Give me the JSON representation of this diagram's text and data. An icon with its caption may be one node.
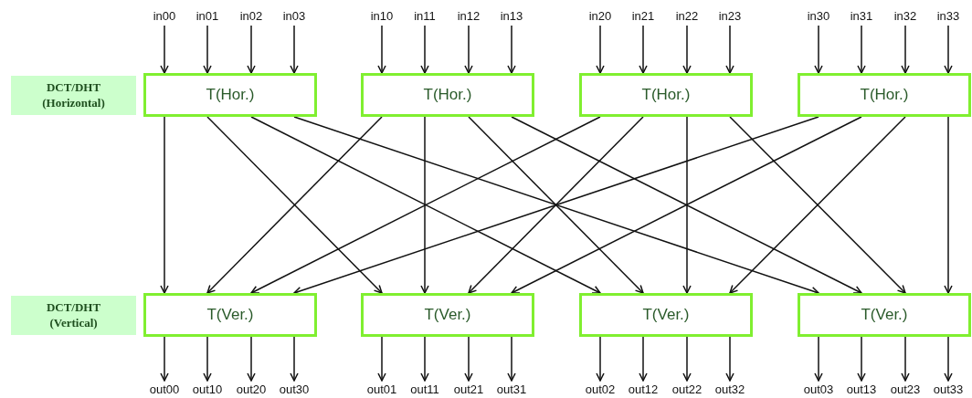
{
  "diagram": {
    "nodes": [
      {
        "text": [
          "DCT/DHT (Horizontal)"
        ]
      },
      {
        "text": [
          "DCT/DHT (Vertical)"
        ]
      },
      {
        "text": [
          "T(Hor.)"
        ]
      },
      {
        "text": [
          "T(Hor.)"
        ]
      },
      {
        "text": [
          "T(Hor.)"
        ]
      },
      {
        "text": [
          "T(Hor.)"
        ]
      },
      {
        "text": [
          "T(Ver.)"
        ]
      },
      {
        "text": [
          "T(Ver.)"
        ]
      },
      {
        "text": [
          "T(Ver.)"
        ]
      },
      {
        "text": [
          "T(Ver.)"
        ]
      },
      {
        "text": [
          "in00"
        ]
      },
      {
        "text": [
          "in01"
        ]
      },
      {
        "text": [
          "in02"
        ]
      },
      {
        "text": [
          "in03"
        ]
      },
      {
        "text": [
          "in10"
        ]
      },
      {
        "text": [
          "in11"
        ]
      },
      {
        "text": [
          "in12"
        ]
      },
      {
        "text": [
          "in13"
        ]
      },
      {
        "text": [
          "in20"
        ]
      },
      {
        "text": [
          "in21"
        ]
      },
      {
        "text": [
          "in22"
        ]
      },
      {
        "text": [
          "in23"
        ]
      },
      {
        "text": [
          "in30"
        ]
      },
      {
        "text": [
          "in31"
        ]
      },
      {
        "text": [
          "in32"
        ]
      },
      {
        "text": [
          "in33"
        ]
      },
      {
        "text": [
          "out00"
        ]
      },
      {
        "text": [
          "out10"
        ]
      },
      {
        "text": [
          "out20"
        ]
      },
      {
        "text": [
          "out30"
        ]
      },
      {
        "text": [
          "out01"
        ]
      },
      {
        "text": [
          "out11"
        ]
      },
      {
        "text": [
          "out21"
        ]
      },
      {
        "text": [
          "out31"
        ]
      },
      {
        "text": [
          "out02"
        ]
      },
      {
        "text": [
          "out12"
        ]
      },
      {
        "text": [
          "out22"
        ]
      },
      {
        "text": [
          "out32"
        ]
      },
      {
        "text": [
          "out03"
        ]
      },
      {
        "text": [
          "out13"
        ]
      },
      {
        "text": [
          "out23"
        ]
      },
      {
        "text": [
          "out33"
        ]
      }
    ],
    "edges": [
      {
        "from": 10,
        "to": 2,
        "arrow": "to"
      },
      {
        "from": 11,
        "to": 2,
        "arrow": "to"
      },
      {
        "from": 12,
        "to": 2,
        "arrow": "to"
      },
      {
        "from": 13,
        "to": 2,
        "arrow": "to"
      },
      {
        "from": 14,
        "to": 3,
        "arrow": "to"
      },
      {
        "from": 15,
        "to": 3,
        "arrow": "to"
      },
      {
        "from": 16,
        "to": 3,
        "arrow": "to"
      },
      {
        "from": 17,
        "to": 3,
        "arrow": "to"
      },
      {
        "from": 18,
        "to": 4,
        "arrow": "to"
      },
      {
        "from": 19,
        "to": 4,
        "arrow": "to"
      },
      {
        "from": 20,
        "to": 4,
        "arrow": "to"
      },
      {
        "from": 21,
        "to": 4,
        "arrow": "to"
      },
      {
        "from": 22,
        "to": 5,
        "arrow": "to"
      },
      {
        "from": 23,
        "to": 5,
        "arrow": "to"
      },
      {
        "from": 24,
        "to": 5,
        "arrow": "to"
      },
      {
        "from": 25,
        "to": 5,
        "arrow": "to"
      },
      {
        "from": 2,
        "to": 6,
        "arrow": "to"
      },
      {
        "from": 2,
        "to": 7,
        "arrow": "to"
      },
      {
        "from": 2,
        "to": 8,
        "arrow": "to"
      },
      {
        "from": 2,
        "to": 9,
        "arrow": "to"
      },
      {
        "from": 3,
        "to": 6,
        "arrow": "to"
      },
      {
        "from": 3,
        "to": 7,
        "arrow": "to"
      },
      {
        "from": 3,
        "to": 8,
        "arrow": "to"
      },
      {
        "from": 3,
        "to": 9,
        "arrow": "to"
      },
      {
        "from": 4,
        "to": 6,
        "arrow": "to"
      },
      {
        "from": 4,
        "to": 7,
        "arrow": "to"
      },
      {
        "from": 4,
        "to": 8,
        "arrow": "to"
      },
      {
        "from": 4,
        "to": 9,
        "arrow": "to"
      },
      {
        "from": 5,
        "to": 6,
        "arrow": "to"
      },
      {
        "from": 5,
        "to": 7,
        "arrow": "to"
      },
      {
        "from": 5,
        "to": 8,
        "arrow": "to"
      },
      {
        "from": 5,
        "to": 9,
        "arrow": "to"
      },
      {
        "from": 6,
        "to": 26,
        "arrow": "to"
      },
      {
        "from": 6,
        "to": 27,
        "arrow": "to"
      },
      {
        "from": 6,
        "to": 28,
        "arrow": "to"
      },
      {
        "from": 6,
        "to": 29,
        "arrow": "to"
      },
      {
        "from": 7,
        "to": 30,
        "arrow": "to"
      },
      {
        "from": 7,
        "to": 31,
        "arrow": "to"
      },
      {
        "from": 7,
        "to": 32,
        "arrow": "to"
      },
      {
        "from": 7,
        "to": 33,
        "arrow": "to"
      },
      {
        "from": 8,
        "to": 34,
        "arrow": "to"
      },
      {
        "from": 8,
        "to": 35,
        "arrow": "to"
      },
      {
        "from": 8,
        "to": 36,
        "arrow": "to"
      },
      {
        "from": 8,
        "to": 37,
        "arrow": "to"
      },
      {
        "from": 9,
        "to": 38,
        "arrow": "to"
      },
      {
        "from": 9,
        "to": 39,
        "arrow": "to"
      },
      {
        "from": 9,
        "to": 40,
        "arrow": "to"
      },
      {
        "from": 9,
        "to": 41,
        "arrow": "to"
      }
    ]
  }
}
